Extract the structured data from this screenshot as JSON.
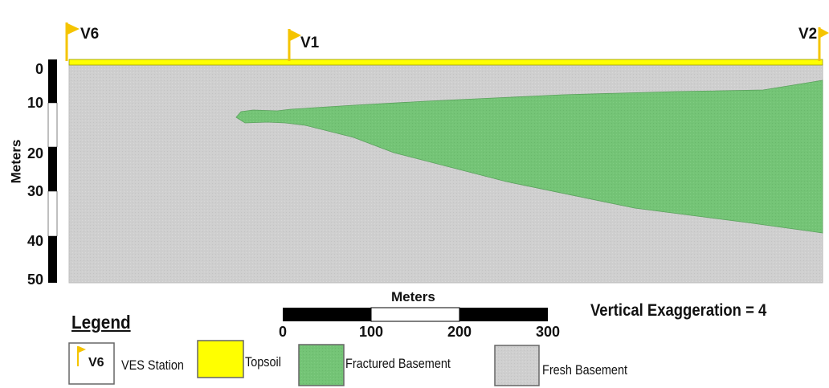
{
  "stations": [
    {
      "id": "v6",
      "label": "V6"
    },
    {
      "id": "v1",
      "label": "V1"
    },
    {
      "id": "v2",
      "label": "V2"
    }
  ],
  "depth_axis": {
    "title": "Meters",
    "ticks": [
      "0",
      "10",
      "20",
      "30",
      "40",
      "50"
    ]
  },
  "scale_bar": {
    "title": "Meters",
    "ticks": [
      "0",
      "100",
      "200",
      "300"
    ]
  },
  "vertical_exaggeration": "Vertical Exaggeration = 4",
  "legend": {
    "title": "Legend",
    "station_symbol_text": "V6",
    "items": [
      {
        "id": "ves",
        "label": "VES Station"
      },
      {
        "id": "topsoil",
        "label": "Topsoil",
        "color": "#ffff00"
      },
      {
        "id": "fractured",
        "label": "Fractured Basement",
        "color": "#74c476"
      },
      {
        "id": "fresh",
        "label": "Fresh Basement",
        "color": "#cfcfcf"
      }
    ]
  },
  "colors": {
    "topsoil": "#ffff00",
    "fractured_basement": "#74c476",
    "fresh_basement": "#cfcfcf",
    "flag": "#f5c400"
  }
}
